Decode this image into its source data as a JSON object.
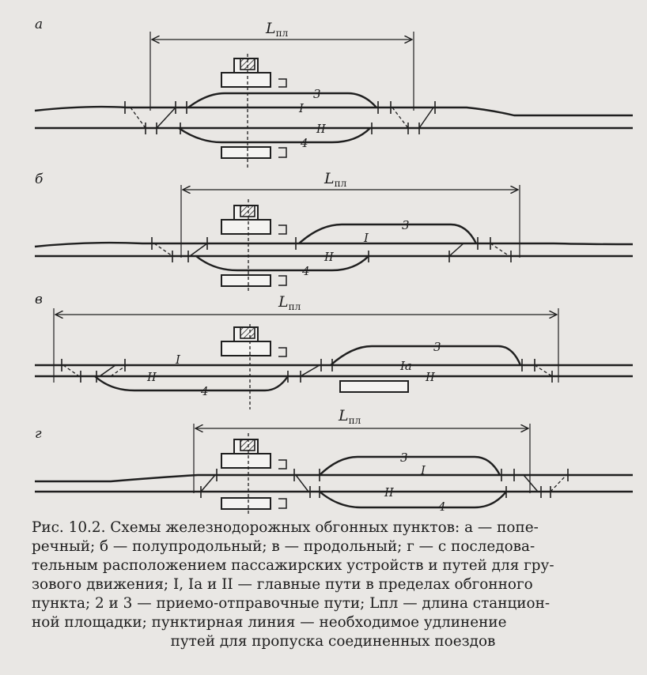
{
  "schemes": [
    {
      "id": "a",
      "letter": "а",
      "dim": "L",
      "dim_sub": "пл",
      "tracks": {
        "t3": "3",
        "t1": "I",
        "t2": "II",
        "t4": "4"
      }
    },
    {
      "id": "b",
      "letter": "б",
      "dim": "L",
      "dim_sub": "пл",
      "tracks": {
        "t3": "3",
        "t1": "I",
        "t2": "II",
        "t4": "4"
      }
    },
    {
      "id": "v",
      "letter": "в",
      "dim": "L",
      "dim_sub": "пл",
      "tracks": {
        "t1": "I",
        "t2": "II",
        "t4": "4",
        "t3": "3",
        "t1a": "Iа",
        "t2b": "II"
      }
    },
    {
      "id": "g",
      "letter": "г",
      "dim": "L",
      "dim_sub": "пл",
      "tracks": {
        "t3": "3",
        "t1": "I",
        "t2": "II",
        "t4": "4"
      }
    }
  ],
  "caption": {
    "lines": [
      "Рис. 10.2. Схемы железнодорожных обгонных пунктов: а — попе-",
      "речный; б — полупродольный; в — продольный; г — с последова-",
      "тельным расположением пассажирских устройств и путей для гру-",
      "зового движения; I, Iа и II — главные пути в пределах обгонного",
      "пункта; 2 и 3 — приемо-отправочные пути; Lпл — длина станцион-",
      "ной площадки; пунктирная линия — необходимое удлинение",
      "путей для пропуска соединенных поездов"
    ]
  }
}
